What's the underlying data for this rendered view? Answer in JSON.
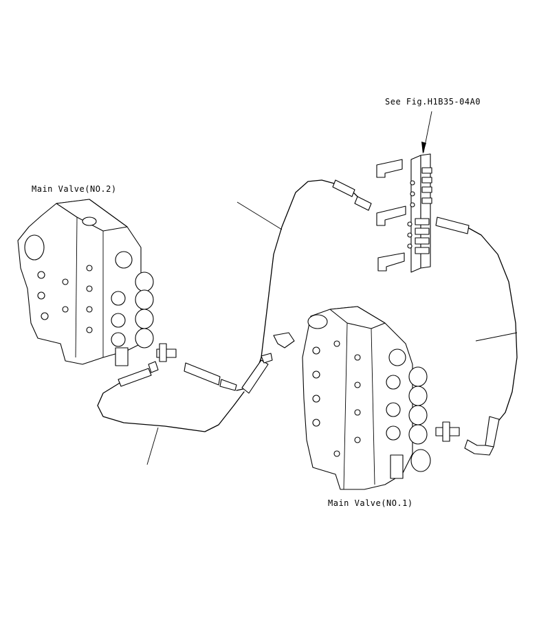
{
  "labels": {
    "see_fig": "See Fig.H1B35-04A0",
    "main_valve_2": "Main Valve(NO.2)",
    "main_valve_1": "Main Valve(NO.1)"
  },
  "colors": {
    "line": "#000000",
    "background": "#ffffff"
  }
}
